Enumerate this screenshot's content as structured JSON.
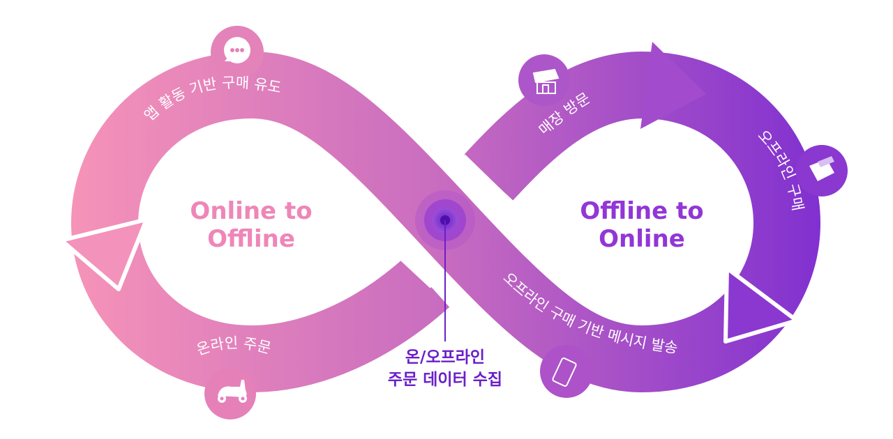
{
  "colors": {
    "pink": "#f794b8",
    "mid": "#c86cc0",
    "purple": "#8030d0",
    "hub": "#6a1fc9"
  },
  "left_loop": {
    "title_line1": "Online to",
    "title_line2": "Offline",
    "color": "#ee86b8"
  },
  "right_loop": {
    "title_line1": "Offline to",
    "title_line2": "Online",
    "color": "#9236d6"
  },
  "hub": {
    "line1": "온/오프라인",
    "line2": "주문 데이터 수집"
  },
  "steps": [
    {
      "label": "앱 활동 기반 구매 유도",
      "icon": "chat-bubble-icon"
    },
    {
      "label": "매장 방문",
      "icon": "store-icon"
    },
    {
      "label": "오프라인 구매",
      "icon": "shopping-bag-icon"
    },
    {
      "label": "오프라인 구매 기반 메시지 발송",
      "icon": "mobile-phone-icon"
    },
    {
      "label": "온라인 주문",
      "icon": "scooter-icon"
    }
  ]
}
